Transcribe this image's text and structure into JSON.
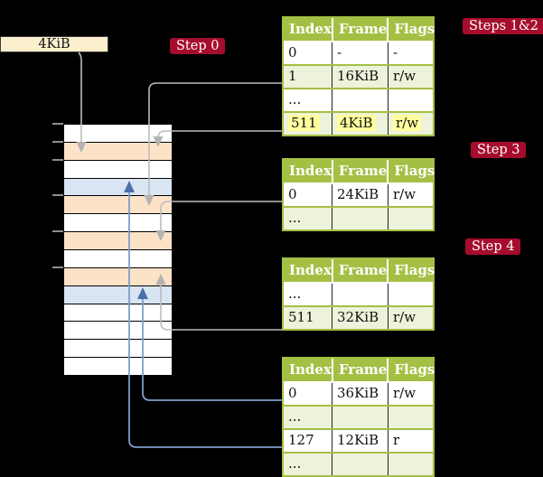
{
  "label_4kib": "4KiB",
  "badges": [
    {
      "id": "step0",
      "text": "Step 0"
    },
    {
      "id": "steps12",
      "text": "Steps 1&2"
    },
    {
      "id": "step3",
      "text": "Step 3"
    },
    {
      "id": "step4",
      "text": "Step 4"
    }
  ],
  "memory": {
    "rows": [
      "white",
      "orange",
      "white",
      "blue",
      "orange",
      "white",
      "orange",
      "white",
      "orange",
      "blue",
      "white",
      "white",
      "white",
      "white"
    ],
    "tick_ys": [
      137,
      157,
      177,
      216,
      256,
      296
    ]
  },
  "tables": {
    "headers": [
      "Index",
      "Frame",
      "Flags"
    ],
    "list": [
      {
        "name": "page-table-steps-1-2",
        "rows": [
          {
            "cells": [
              "0",
              "-",
              "-"
            ],
            "shade": "white"
          },
          {
            "cells": [
              "1",
              "16KiB",
              "r/w"
            ],
            "shade": "green"
          },
          {
            "cells": [
              "...",
              "",
              ""
            ],
            "shade": "white"
          },
          {
            "cells": [
              "511",
              "4KiB",
              "r/w"
            ],
            "shade": "green",
            "highlight": true
          }
        ]
      },
      {
        "name": "page-table-step-3",
        "rows": [
          {
            "cells": [
              "0",
              "24KiB",
              "r/w"
            ],
            "shade": "white"
          },
          {
            "cells": [
              "...",
              "",
              ""
            ],
            "shade": "green"
          }
        ]
      },
      {
        "name": "page-table-step-4",
        "rows": [
          {
            "cells": [
              "...",
              "",
              ""
            ],
            "shade": "white"
          },
          {
            "cells": [
              "511",
              "32KiB",
              "r/w"
            ],
            "shade": "green"
          }
        ]
      },
      {
        "name": "page-table-final",
        "rows": [
          {
            "cells": [
              "0",
              "36KiB",
              "r/w"
            ],
            "shade": "white"
          },
          {
            "cells": [
              "...",
              "",
              ""
            ],
            "shade": "green"
          },
          {
            "cells": [
              "127",
              "12KiB",
              "r"
            ],
            "shade": "white"
          },
          {
            "cells": [
              "...",
              "",
              ""
            ],
            "shade": "green"
          }
        ]
      }
    ]
  },
  "palette": {
    "badge_red": "#a60d2d",
    "table_header_green": "#a4c044",
    "table_row_green": "#edf2da",
    "highlight_yellow": "#ffff9e",
    "memory_orange": "#fce3c8",
    "memory_blue": "#d9e5f3",
    "label_box_cream": "#fcefcd",
    "gray_connector": "#bcbcbc",
    "blue_connector": "#7f9dc9",
    "blue_arrowhead": "#4a70a8"
  }
}
